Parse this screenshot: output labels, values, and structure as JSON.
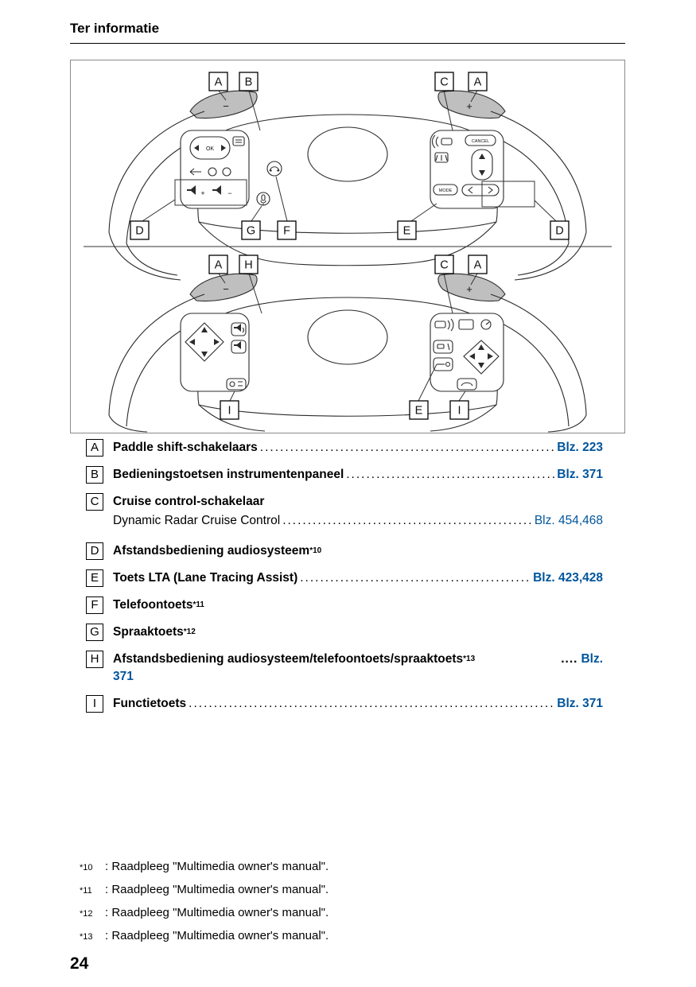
{
  "page": {
    "header_title": "Ter informatie",
    "page_number": "24"
  },
  "colors": {
    "link_blue": "#00559c"
  },
  "figure": {
    "diagram_top": {
      "callouts": [
        "A",
        "B",
        "C",
        "A",
        "D",
        "G",
        "F",
        "E",
        "D"
      ],
      "paddle_minus": "−",
      "paddle_plus": "+",
      "btn_ok": "OK",
      "btn_cancel": "CANCEL",
      "btn_mode": "MODE",
      "vol_plus": "+",
      "vol_minus": "−"
    },
    "diagram_bottom": {
      "callouts": [
        "A",
        "H",
        "C",
        "A",
        "I",
        "E",
        "I"
      ],
      "paddle_minus": "−",
      "paddle_plus": "+"
    }
  },
  "legend": {
    "leader_dots": "..........................................................................................................................................................",
    "items": [
      {
        "letter": "A",
        "label": "Paddle shift-schakelaars",
        "ref": "Blz. 223"
      },
      {
        "letter": "B",
        "label": "Bedieningstoetsen instrumentenpaneel",
        "ref": "Blz. 371"
      },
      {
        "letter": "C",
        "label": "Cruise control-schakelaar",
        "sub_label": "Dynamic Radar Cruise Control",
        "sub_ref": "Blz. 454,468"
      },
      {
        "letter": "D",
        "label": "Afstandsbediening audiosysteem",
        "sup": "*10"
      },
      {
        "letter": "E",
        "label": "Toets LTA (Lane Tracing Assist)",
        "ref": "Blz. 423,428"
      },
      {
        "letter": "F",
        "label": "Telefoontoets",
        "sup": "*11"
      },
      {
        "letter": "G",
        "label": "Spraaktoets",
        "sup": "*12"
      },
      {
        "letter": "H",
        "label": "Afstandsbediening audiosysteem/telefoontoets/spraaktoets",
        "sup": "*13",
        "dots": " .... ",
        "ref_line1": "Blz.",
        "ref_line2": "371"
      },
      {
        "letter": "I",
        "label": "Functietoets",
        "ref": "Blz. 371"
      }
    ]
  },
  "footnotes": [
    {
      "marker": "*10",
      "text": ": Raadpleeg \"Multimedia owner's manual\"."
    },
    {
      "marker": "*11",
      "text": ": Raadpleeg \"Multimedia owner's manual\"."
    },
    {
      "marker": "*12",
      "text": ": Raadpleeg \"Multimedia owner's manual\"."
    },
    {
      "marker": "*13",
      "text": ": Raadpleeg \"Multimedia owner's manual\"."
    }
  ]
}
